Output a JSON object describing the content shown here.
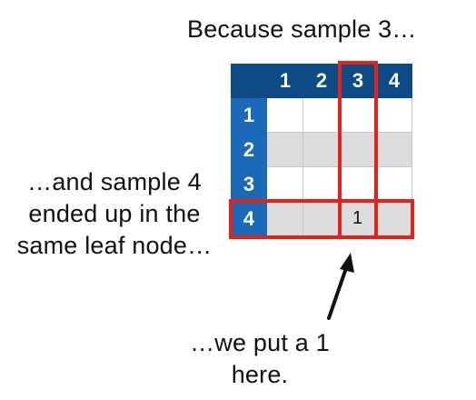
{
  "captions": {
    "top": "Because sample 3…",
    "left": "…and sample 4 ended up in the same leaf node…",
    "bottom": "…we put a 1 here."
  },
  "matrix": {
    "column_headers": [
      "1",
      "2",
      "3",
      "4"
    ],
    "row_headers": [
      "1",
      "2",
      "3",
      "4"
    ],
    "cells": [
      [
        "",
        "",
        "",
        ""
      ],
      [
        "",
        "",
        "",
        ""
      ],
      [
        "",
        "",
        "",
        ""
      ],
      [
        "",
        "",
        "1",
        ""
      ]
    ],
    "highlight": {
      "column": "3",
      "row": "4"
    }
  },
  "colors": {
    "header_bg": "#0d4a86",
    "row_header_bg": "#1b6aba",
    "shaded_row": "#dcdcdf",
    "highlight": "#e2231a",
    "arrow": "#111111"
  },
  "icons": {
    "pointer": "arrow-icon"
  }
}
